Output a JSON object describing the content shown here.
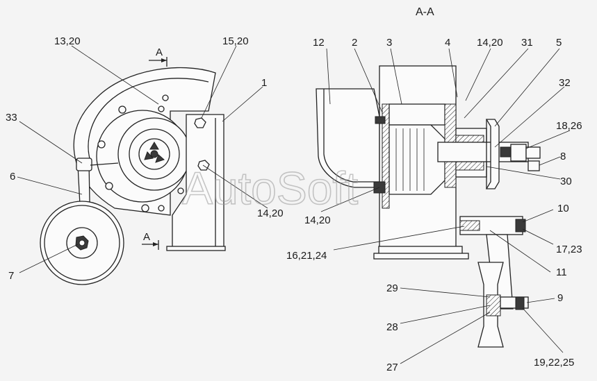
{
  "section_title": "А-А",
  "section_marks": [
    "А",
    "А"
  ],
  "watermark": "AutoSoft",
  "callouts": [
    {
      "id": "13,20"
    },
    {
      "id": "15,20"
    },
    {
      "id": "1"
    },
    {
      "id": "33"
    },
    {
      "id": "6"
    },
    {
      "id": "7"
    },
    {
      "id": "14,20"
    },
    {
      "id": "12"
    },
    {
      "id": "2"
    },
    {
      "id": "3"
    },
    {
      "id": "4"
    },
    {
      "id": "14,20"
    },
    {
      "id": "31"
    },
    {
      "id": "5"
    },
    {
      "id": "32"
    },
    {
      "id": "18,26"
    },
    {
      "id": "8"
    },
    {
      "id": "30"
    },
    {
      "id": "14,20"
    },
    {
      "id": "10"
    },
    {
      "id": "16,21,24"
    },
    {
      "id": "17,23"
    },
    {
      "id": "11"
    },
    {
      "id": "29"
    },
    {
      "id": "9"
    },
    {
      "id": "28"
    },
    {
      "id": "27"
    },
    {
      "id": "19,22,25"
    }
  ]
}
